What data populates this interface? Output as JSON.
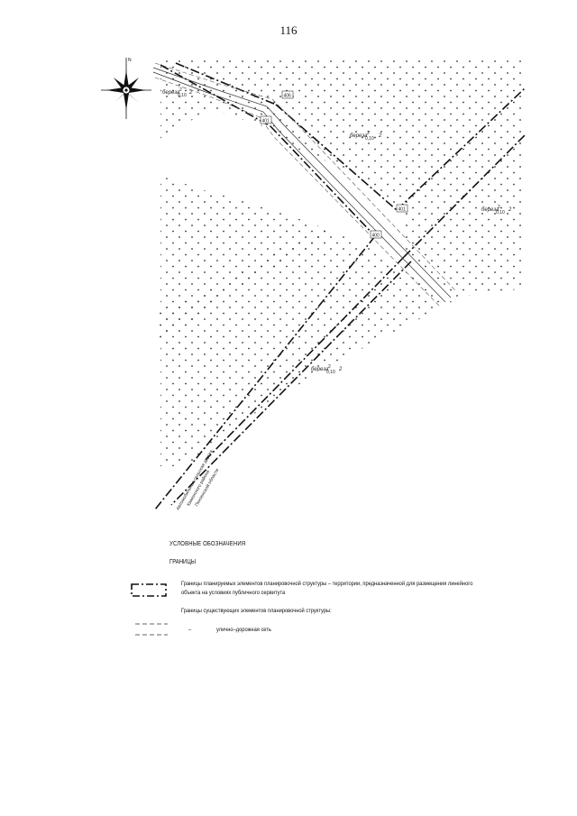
{
  "page": {
    "number": "116"
  },
  "map": {
    "labels": {
      "b1": "береза",
      "b2": "береза",
      "b3": "береза",
      "b4": "береза",
      "frac_top": "2",
      "frac_bottom": "0,10",
      "b1_tail": "2",
      "b2_tail": "2",
      "b3_tail": "2",
      "b4_tail": "2",
      "e406": "406",
      "e401a": "401",
      "e401b": "401",
      "e400": "400",
      "road_text_1": "Автомобильная сельская дорога",
      "road_text_2": "Каменского района",
      "road_text_3": "Пензенской области"
    }
  },
  "legend": {
    "title": "УСЛОВНЫЕ ОБОЗНАЧЕНИЯ",
    "subtitle": "ГРАНИЦЫ",
    "item1_line1": "Границы планируемых элементов планировочной структуры – территории, предназначенной для размещения линейного",
    "item1_line2": "объекта на условиях публичного сервитута",
    "item2_heading": "Границы существующих элементов планировочной структуры:",
    "item2_dash": "–",
    "item2_text": "улично–дорожная сеть"
  }
}
